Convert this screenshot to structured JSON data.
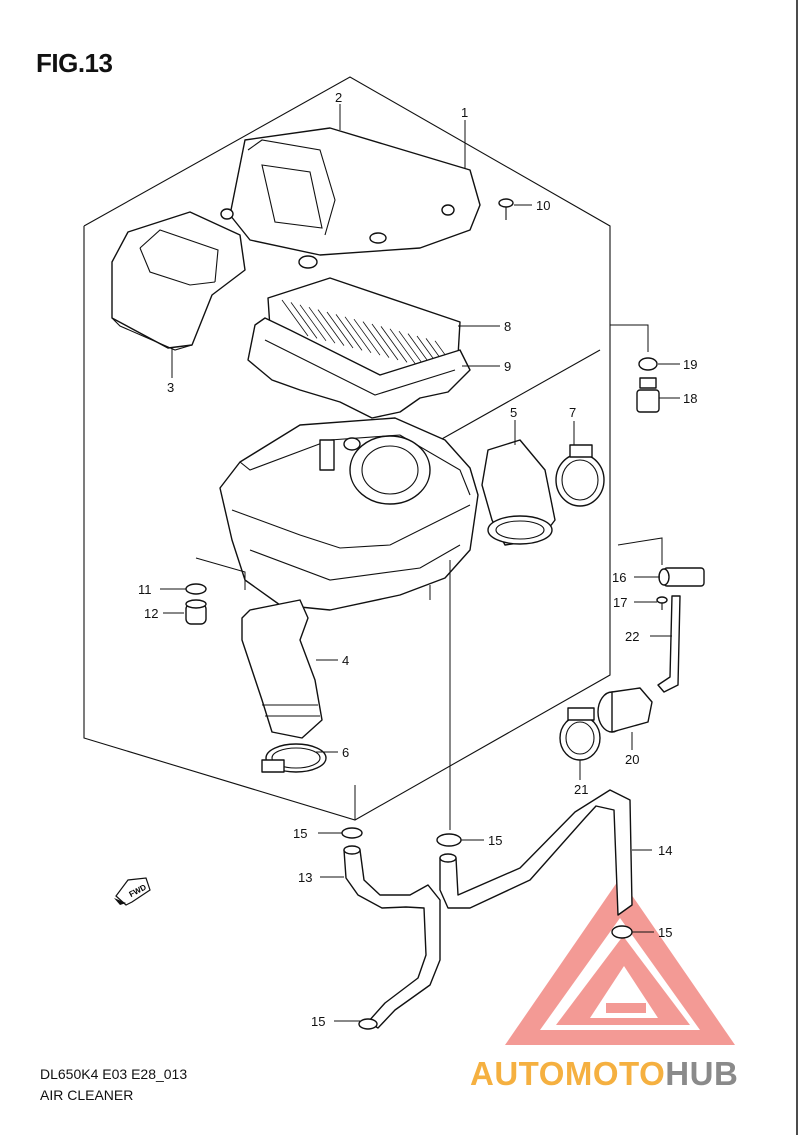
{
  "figure": {
    "title": "FIG.13"
  },
  "footer": {
    "model_code": "DL650K4 E03 E28_013",
    "section_name": "AIR CLEANER"
  },
  "forward_marker": {
    "label": "FWD"
  },
  "callouts": [
    {
      "id": "1",
      "label": "1"
    },
    {
      "id": "2",
      "label": "2"
    },
    {
      "id": "3",
      "label": "3"
    },
    {
      "id": "4",
      "label": "4"
    },
    {
      "id": "5",
      "label": "5"
    },
    {
      "id": "6",
      "label": "6"
    },
    {
      "id": "7",
      "label": "7"
    },
    {
      "id": "8",
      "label": "8"
    },
    {
      "id": "9",
      "label": "9"
    },
    {
      "id": "10",
      "label": "10"
    },
    {
      "id": "11",
      "label": "11"
    },
    {
      "id": "12",
      "label": "12"
    },
    {
      "id": "13",
      "label": "13"
    },
    {
      "id": "14",
      "label": "14"
    },
    {
      "id": "15a",
      "label": "15"
    },
    {
      "id": "15b",
      "label": "15"
    },
    {
      "id": "15c",
      "label": "15"
    },
    {
      "id": "15d",
      "label": "15"
    },
    {
      "id": "16",
      "label": "16"
    },
    {
      "id": "17",
      "label": "17"
    },
    {
      "id": "18",
      "label": "18"
    },
    {
      "id": "19",
      "label": "19"
    },
    {
      "id": "20",
      "label": "20"
    },
    {
      "id": "21",
      "label": "21"
    },
    {
      "id": "22",
      "label": "22"
    }
  ],
  "watermark": {
    "brand_part1": "AUTOMOTO",
    "brand_part2": "HUB",
    "colors": {
      "triangle": "#f28a84",
      "part1": "#f5b040",
      "part2": "#8a8a8a"
    }
  }
}
